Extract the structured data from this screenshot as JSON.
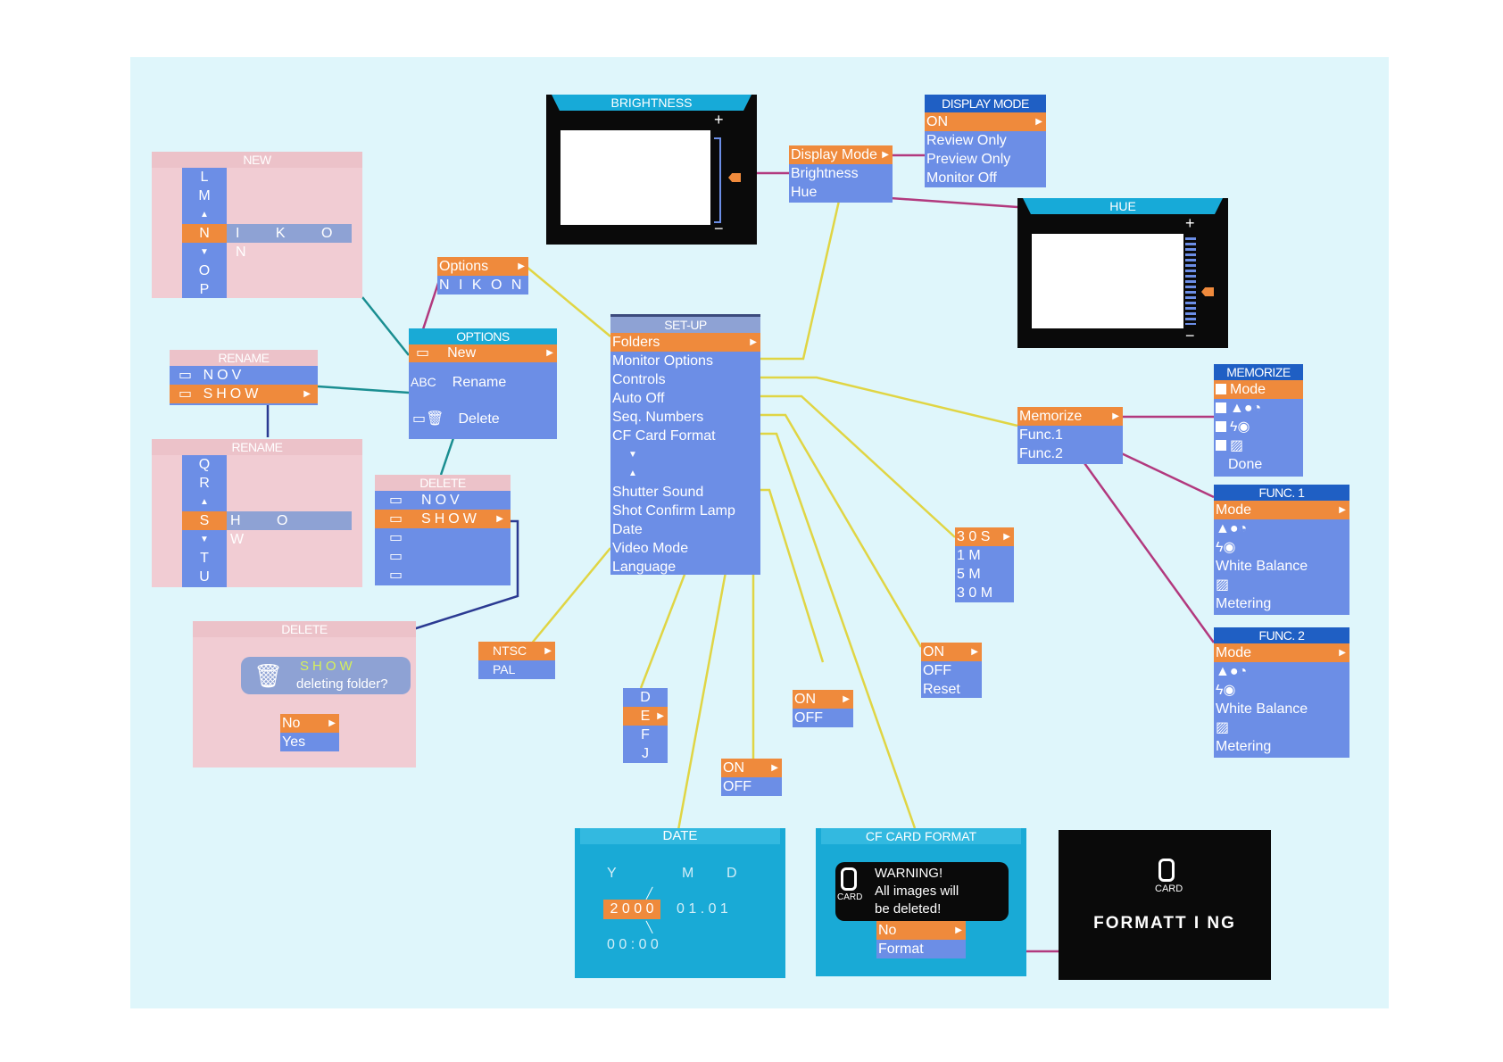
{
  "new_panel": {
    "title": "NEW",
    "letters": [
      "L",
      "M",
      "▲",
      "N",
      "▼",
      "O",
      "P"
    ],
    "strip": "I K O N"
  },
  "rename_panel": {
    "title": "RENAME",
    "items": [
      "NOV",
      "SHOW"
    ]
  },
  "rename_edit_panel": {
    "title": "RENAME",
    "letters": [
      "Q",
      "R",
      "▲",
      "S",
      "▼",
      "T",
      "U"
    ],
    "strip": "H O W"
  },
  "options_small": {
    "items": [
      "Options",
      "N I K O N"
    ]
  },
  "options_menu": {
    "title": "OPTIONS",
    "items": [
      "New",
      "Rename",
      "Delete"
    ],
    "abc": "ABC"
  },
  "delete_list": {
    "title": "DELETE",
    "items": [
      "NOV",
      "SHOW"
    ]
  },
  "delete_confirm": {
    "title": "DELETE",
    "folder": "SHOW",
    "question": "deleting folder?",
    "options": [
      "No",
      "Yes"
    ]
  },
  "brightness": {
    "title": "BRIGHTNESS",
    "plus": "+",
    "minus": "−"
  },
  "hue": {
    "title": "HUE",
    "plus": "+",
    "minus": "−"
  },
  "monitor_options": {
    "items": [
      "Display Mode",
      "Brightness",
      "Hue"
    ]
  },
  "display_mode": {
    "title": "DISPLAY MODE",
    "items": [
      "ON",
      "Review Only",
      "Preview Only",
      "Monitor Off"
    ]
  },
  "setup": {
    "title": "SET-UP",
    "items": [
      "Folders",
      "Monitor Options",
      "Controls",
      "Auto Off",
      "Seq. Numbers",
      "CF Card Format"
    ],
    "items2": [
      "Shutter Sound",
      "Shot Confirm Lamp",
      "Date",
      "Video Mode",
      "Language"
    ],
    "down": "▼",
    "up": "▲"
  },
  "controls": {
    "items": [
      "Memorize",
      "Func.1",
      "Func.2"
    ]
  },
  "memorize": {
    "title": "MEMORIZE",
    "items": [
      "Mode",
      "Done"
    ]
  },
  "func1": {
    "title": "FUNC. 1",
    "items": [
      "Mode",
      "White Balance",
      "Metering"
    ]
  },
  "func2": {
    "title": "FUNC. 2",
    "items": [
      "Mode",
      "White Balance",
      "Metering"
    ]
  },
  "auto_off": {
    "items": [
      "3 0 S",
      "1 M",
      "5 M",
      "3 0 M"
    ]
  },
  "seq_numbers": {
    "items": [
      "ON",
      "OFF",
      "Reset"
    ]
  },
  "shutter_sound": {
    "items": [
      "ON",
      "OFF"
    ]
  },
  "shot_confirm": {
    "items": [
      "ON",
      "OFF"
    ]
  },
  "video_mode": {
    "items": [
      "NTSC",
      "PAL"
    ]
  },
  "language": {
    "items": [
      "D",
      "E",
      "F",
      "J"
    ]
  },
  "date": {
    "title": "DATE",
    "y": "Y",
    "m": "M",
    "d": "D",
    "year": "2 0 0 0",
    "md": "0 1 . 0 1",
    "time": "0 0 : 0 0"
  },
  "cf_format": {
    "title": "CF CARD FORMAT",
    "card": "CARD",
    "warning": "WARNING!",
    "line1": "All images will",
    "line2": "be deleted!",
    "options": [
      "No",
      "Format"
    ]
  },
  "formatting": {
    "card": "CARD",
    "text": "FORMATT I NG"
  },
  "colors": {
    "menu_blue": "#6c8ee6",
    "selected_orange": "#ef8a3c",
    "wire_yellow": "#e0d544",
    "wire_magenta": "#b2397e",
    "wire_teal": "#1a8e91",
    "wire_navy": "#2b3a92",
    "background": "#dff6fb"
  }
}
